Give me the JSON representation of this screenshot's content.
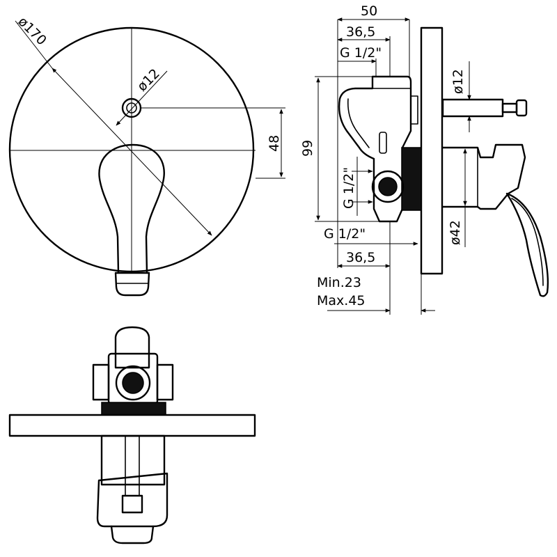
{
  "front_view": {
    "diameter_plate": "ø170",
    "diameter_hole": "ø12",
    "height_offset": "48"
  },
  "side_view": {
    "depth_total": "50",
    "depth_inlet_top": "36,5",
    "thread_top": "G 1/2\"",
    "height_total": "99",
    "thread_side": "G 1/2\"",
    "thread_bottom": "G 1/2\"",
    "depth_inlet_bottom": "36,5",
    "install_min": "Min.23",
    "install_max": "Max.45",
    "diameter_rod": "ø12",
    "diameter_body": "ø42"
  },
  "colors": {
    "line": "#000000",
    "background": "#ffffff"
  }
}
